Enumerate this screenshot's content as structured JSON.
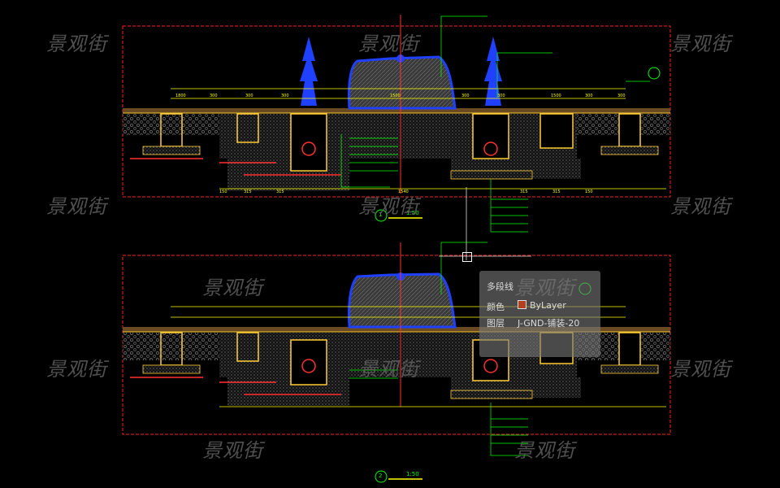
{
  "watermark_text": "景观街",
  "drawing": {
    "section_1_title": "1:50",
    "section_2_title": "1:50",
    "section_1_number": "1",
    "section_2_number": "2",
    "dimension_labels": [
      "1800",
      "300",
      "300",
      "300",
      "1500",
      "300",
      "300",
      "1500",
      "300",
      "300",
      "150",
      "315",
      "315",
      "1540",
      "315",
      "315",
      "150"
    ]
  },
  "tooltip": {
    "title": "多段线",
    "color_label": "颜色",
    "color_value": "ByLayer",
    "layer_label": "图层",
    "layer_value": "J-GND-铺装-20"
  },
  "colors": {
    "background": "#000000",
    "frame": "#ff2020",
    "green_text": "#00ff00",
    "yellow": "#ffff00",
    "blue": "#2040ff",
    "gray_hatch": "#8a8a8a",
    "watermark": "#5f5f5f"
  }
}
